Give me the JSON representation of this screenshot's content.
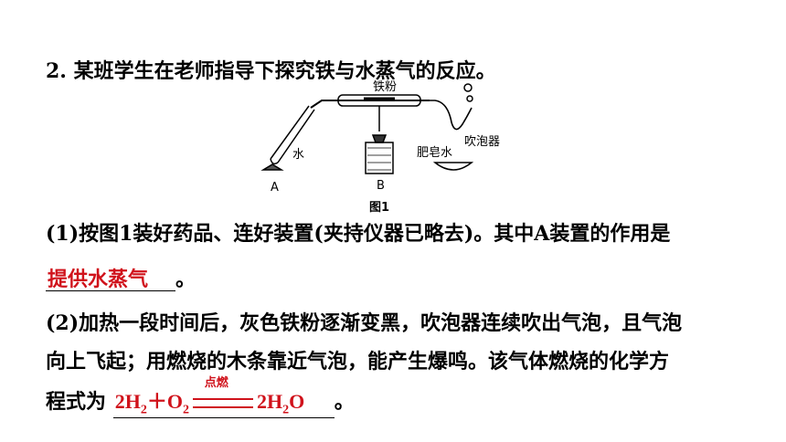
{
  "question": {
    "title": "2. 某班学生在老师指导下探究铁与水蒸气的反应。",
    "figure": {
      "caption": "图1",
      "labels": {
        "iron_powder": "铁粉",
        "water": "水",
        "soap_water": "肥皂水",
        "bubbler": "吹泡器",
        "a": "A",
        "b": "B"
      }
    },
    "part1": {
      "text": "(1)按图1装好药品、连好装置(夹持仪器已略去)。其中A装置的作用是",
      "answer": "提供水蒸气",
      "end": "。"
    },
    "part2": {
      "line1": "(2)加热一段时间后，灰色铁粉逐渐变黑，吹泡器连续吹出气泡，且气泡",
      "line2": "向上飞起；用燃烧的木条靠近气泡，能产生爆鸣。该气体燃烧的化学方",
      "line3_prefix": "程式为",
      "equation": {
        "lhs1": "2H",
        "lhs1_sub": "2",
        "plus": "＋O",
        "lhs2_sub": "2",
        "condition": "点燃",
        "rhs": "2H",
        "rhs_sub": "2",
        "rhs_end": "O"
      },
      "end": "。"
    }
  },
  "colors": {
    "answer": "#d0121b"
  }
}
